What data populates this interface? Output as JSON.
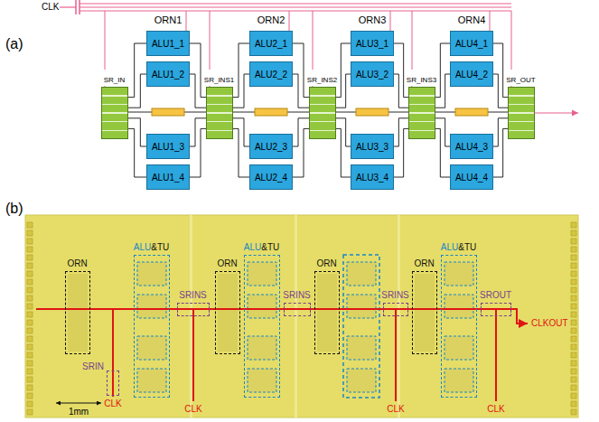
{
  "diagram": {
    "nodes": [
      {
        "text": [
          "SR_IN"
        ]
      },
      {
        "text": [
          "ALU1_1"
        ]
      },
      {
        "text": [
          "ALU1_2"
        ]
      },
      {
        "text": [
          "ALU1_3"
        ]
      },
      {
        "text": [
          "ALU1_4"
        ]
      },
      {
        "text": [
          "SR_INS1"
        ]
      },
      {
        "text": [
          "ALU2_1"
        ]
      },
      {
        "text": [
          "ALU2_2"
        ]
      },
      {
        "text": [
          "ALU2_3"
        ]
      },
      {
        "text": [
          "ALU2_4"
        ]
      },
      {
        "text": [
          "SR_INS2"
        ]
      },
      {
        "text": [
          "ALU3_1"
        ]
      },
      {
        "text": [
          "ALU3_2"
        ]
      },
      {
        "text": [
          "ALU3_3"
        ]
      },
      {
        "text": [
          "ALU3_4"
        ]
      },
      {
        "text": [
          "SR_INS3"
        ]
      },
      {
        "text": [
          "ALU4_1"
        ]
      },
      {
        "text": [
          "ALU4_2"
        ]
      },
      {
        "text": [
          "ALU4_3"
        ]
      },
      {
        "text": [
          "ALU4_4"
        ]
      },
      {
        "text": [
          "SR_OUT"
        ]
      },
      {
        "text": [
          "ORN"
        ]
      },
      {
        "text": [
          "ALU",
          "&TU"
        ]
      },
      {
        "text": [
          "SRINS"
        ]
      },
      {
        "text": [
          "ORN"
        ]
      },
      {
        "text": [
          "ALU",
          "&TU"
        ]
      },
      {
        "text": [
          "SRINS"
        ]
      },
      {
        "text": [
          "ORN"
        ]
      },
      {
        "text": [
          "SRINS"
        ]
      },
      {
        "text": [
          "ORN"
        ]
      },
      {
        "text": [
          "ALU",
          "&TU"
        ]
      },
      {
        "text": [
          "SROUT"
        ]
      },
      {
        "text": [
          "SRIN"
        ]
      }
    ],
    "edges": [
      {
        "from": 0,
        "to": 1,
        "arrow": "none"
      },
      {
        "from": 0,
        "to": 2,
        "arrow": "none"
      },
      {
        "from": 0,
        "to": 3,
        "arrow": "none"
      },
      {
        "from": 0,
        "to": 4,
        "arrow": "none"
      },
      {
        "from": 1,
        "to": 5,
        "arrow": "none"
      },
      {
        "from": 2,
        "to": 5,
        "arrow": "none"
      },
      {
        "from": 3,
        "to": 5,
        "arrow": "none"
      },
      {
        "from": 4,
        "to": 5,
        "arrow": "none"
      },
      {
        "from": 5,
        "to": 6,
        "arrow": "none"
      },
      {
        "from": 5,
        "to": 7,
        "arrow": "none"
      },
      {
        "from": 5,
        "to": 8,
        "arrow": "none"
      },
      {
        "from": 5,
        "to": 9,
        "arrow": "none"
      },
      {
        "from": 6,
        "to": 10,
        "arrow": "none"
      },
      {
        "from": 7,
        "to": 10,
        "arrow": "none"
      },
      {
        "from": 8,
        "to": 10,
        "arrow": "none"
      },
      {
        "from": 9,
        "to": 10,
        "arrow": "none"
      },
      {
        "from": 10,
        "to": 11,
        "arrow": "none"
      },
      {
        "from": 10,
        "to": 12,
        "arrow": "none"
      },
      {
        "from": 10,
        "to": 13,
        "arrow": "none"
      },
      {
        "from": 10,
        "to": 14,
        "arrow": "none"
      },
      {
        "from": 11,
        "to": 15,
        "arrow": "none"
      },
      {
        "from": 12,
        "to": 15,
        "arrow": "none"
      },
      {
        "from": 13,
        "to": 15,
        "arrow": "none"
      },
      {
        "from": 14,
        "to": 15,
        "arrow": "none"
      },
      {
        "from": 15,
        "to": 16,
        "arrow": "none"
      },
      {
        "from": 15,
        "to": 17,
        "arrow": "none"
      },
      {
        "from": 15,
        "to": 18,
        "arrow": "none"
      },
      {
        "from": 15,
        "to": 19,
        "arrow": "none"
      },
      {
        "from": 16,
        "to": 20,
        "arrow": "none"
      },
      {
        "from": 17,
        "to": 20,
        "arrow": "none"
      },
      {
        "from": 18,
        "to": 20,
        "arrow": "none"
      },
      {
        "from": 19,
        "to": 20,
        "arrow": "none"
      }
    ],
    "labels": [
      "(a)",
      "CLK",
      "ORN1",
      "ORN2",
      "ORN3",
      "ORN4",
      "(b)",
      "CLK",
      "CLK",
      "CLK",
      "CLK",
      "CLKOUT",
      "1mm"
    ]
  }
}
